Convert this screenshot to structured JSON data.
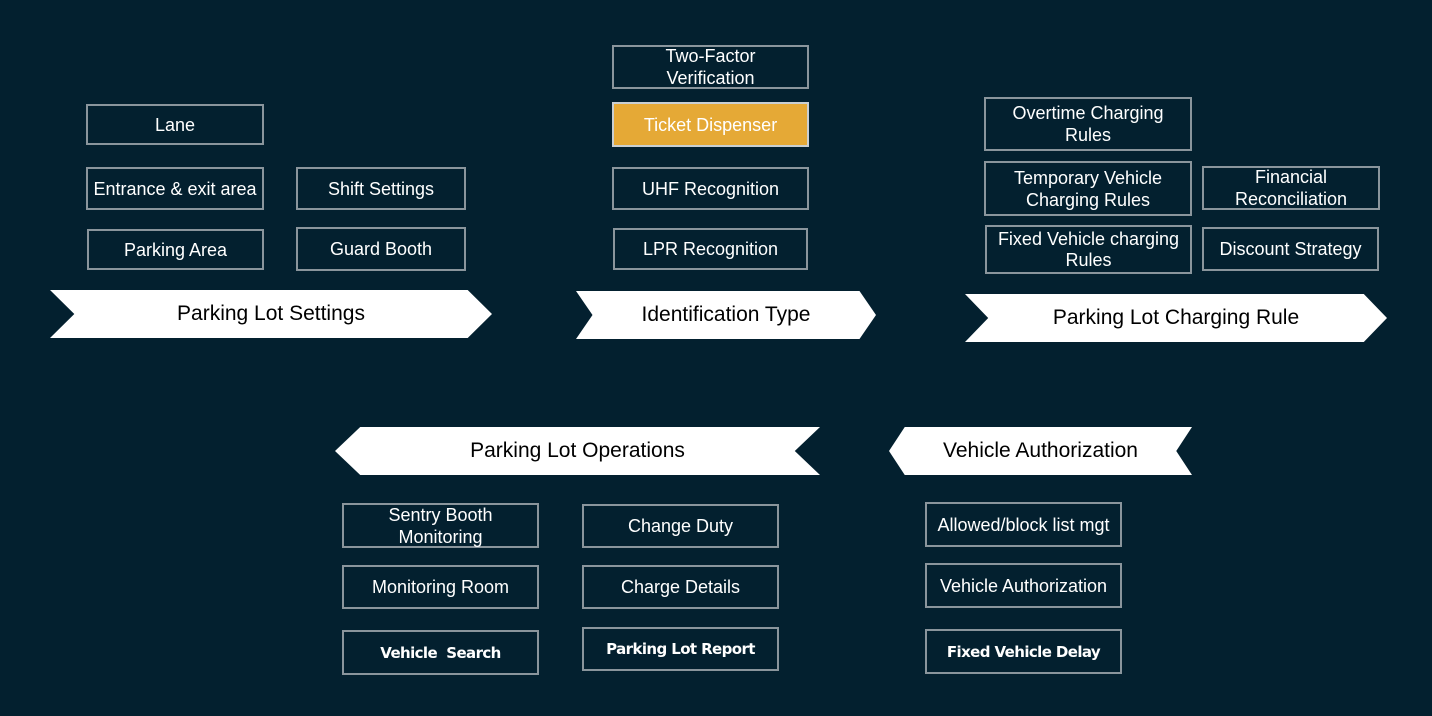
{
  "banners": {
    "parking_lot_settings": "Parking Lot Settings",
    "identification_type": "Identification Type",
    "charging_rule": "Parking Lot Charging Rule",
    "operations": "Parking Lot Operations",
    "vehicle_authorization": "Vehicle Authorization"
  },
  "settings": {
    "lane": "Lane",
    "entrance_exit": "Entrance & exit area",
    "shift_settings": "Shift Settings",
    "parking_area": "Parking Area",
    "guard_booth": "Guard Booth"
  },
  "identification": {
    "two_factor": "Two-Factor Verification",
    "ticket_dispenser": "Ticket Dispenser",
    "uhf": "UHF Recognition",
    "lpr": "LPR Recognition"
  },
  "charging": {
    "overtime": "Overtime Charging Rules",
    "temporary": "Temporary Vehicle Charging Rules",
    "financial": "Financial Reconciliation",
    "fixed": "Fixed Vehicle charging Rules",
    "discount": "Discount Strategy"
  },
  "operations": {
    "sentry_booth": "Sentry Booth Monitoring",
    "change_duty": "Change Duty",
    "monitoring_room": "Monitoring Room",
    "charge_details": "Charge Details",
    "vehicle_search": "Vehicle  Search",
    "parking_report": "Parking Lot Report"
  },
  "authorization": {
    "allowed_block": "Allowed/block list mgt",
    "vehicle_authorization": "Vehicle Authorization",
    "fixed_delay": "Fixed Vehicle Delay"
  },
  "colors": {
    "background": "#03202f",
    "highlight": "#e5a936",
    "border": "#8a959c"
  }
}
